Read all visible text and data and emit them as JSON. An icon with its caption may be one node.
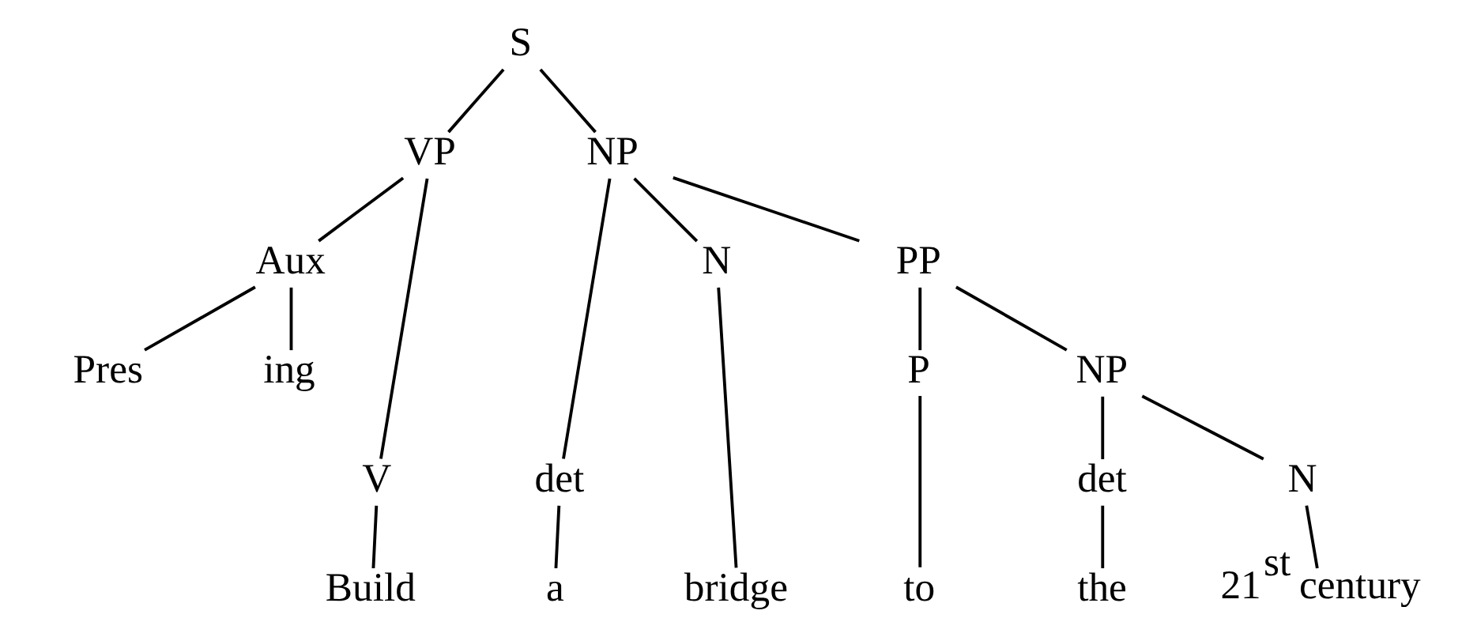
{
  "diagram": {
    "nodes": [
      {
        "text": [
          "S"
        ]
      },
      {
        "text": [
          "VP"
        ]
      },
      {
        "text": [
          "NP"
        ]
      },
      {
        "text": [
          "Aux"
        ]
      },
      {
        "text": [
          "V"
        ]
      },
      {
        "text": [
          "det"
        ]
      },
      {
        "text": [
          "N"
        ]
      },
      {
        "text": [
          "PP"
        ]
      },
      {
        "text": [
          "Pres"
        ]
      },
      {
        "text": [
          "ing"
        ]
      },
      {
        "text": [
          "P"
        ]
      },
      {
        "text": [
          "NP"
        ]
      },
      {
        "text": [
          "det"
        ]
      },
      {
        "text": [
          "N"
        ]
      },
      {
        "text": [
          "Build"
        ]
      },
      {
        "text": [
          "a"
        ]
      },
      {
        "text": [
          "bridge"
        ]
      },
      {
        "text": [
          "to"
        ]
      },
      {
        "text": [
          "the"
        ]
      },
      {
        "text": [
          "21$^{st}$ century"
        ]
      }
    ],
    "edges": [
      {
        "from": 0,
        "to": 1,
        "arrow": "none"
      },
      {
        "from": 0,
        "to": 2,
        "arrow": "none"
      },
      {
        "from": 1,
        "to": 3,
        "arrow": "none"
      },
      {
        "from": 1,
        "to": 4,
        "arrow": "none"
      },
      {
        "from": 2,
        "to": 5,
        "arrow": "none"
      },
      {
        "from": 2,
        "to": 6,
        "arrow": "none"
      },
      {
        "from": 2,
        "to": 7,
        "arrow": "none"
      },
      {
        "from": 3,
        "to": 8,
        "arrow": "none"
      },
      {
        "from": 3,
        "to": 9,
        "arrow": "none"
      },
      {
        "from": 7,
        "to": 10,
        "arrow": "none"
      },
      {
        "from": 7,
        "to": 11,
        "arrow": "none"
      },
      {
        "from": 11,
        "to": 12,
        "arrow": "none"
      },
      {
        "from": 11,
        "to": 13,
        "arrow": "none"
      },
      {
        "from": 4,
        "to": 14,
        "arrow": "none"
      },
      {
        "from": 5,
        "to": 15,
        "arrow": "none"
      },
      {
        "from": 6,
        "to": 16,
        "arrow": "none"
      },
      {
        "from": 10,
        "to": 17,
        "arrow": "none"
      },
      {
        "from": 12,
        "to": 18,
        "arrow": "none"
      },
      {
        "from": 13,
        "to": 19,
        "arrow": "none"
      }
    ]
  }
}
